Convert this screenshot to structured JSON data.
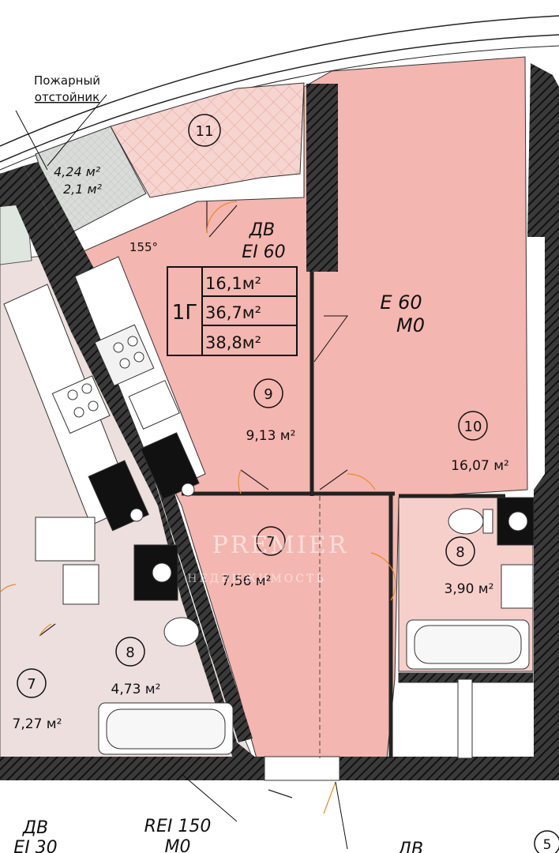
{
  "header_note": {
    "line1": "Пожарный",
    "line2": "отстойник"
  },
  "fire_sump": {
    "area": "4,24 м²",
    "area2": "2,1 м²"
  },
  "door_main": {
    "code": "ДВ",
    "rating": "EI 60",
    "angle": "155°"
  },
  "apartment": {
    "type": "1Г",
    "living": "16,1м²",
    "total": "36,7м²",
    "total_with": "38,8м²"
  },
  "partition": {
    "rating1": "E 60",
    "rating2": "M0"
  },
  "rooms": [
    {
      "num": "9",
      "area": "9,13 м²"
    },
    {
      "num": "10",
      "area": "16,07 м²"
    },
    {
      "num": "7",
      "area": "7,56 м²"
    },
    {
      "num": "8",
      "area": "3,90 м²"
    },
    {
      "num": "8",
      "area": "4,73 м²"
    },
    {
      "num": "7",
      "area": "7,27 м²"
    },
    {
      "num": "11",
      "area": ""
    }
  ],
  "footer": {
    "door_code": "ДВ",
    "door_rating": "EI 30",
    "wall_rating": "REI 150",
    "wall_material": "M0",
    "right_code": "ДВ",
    "axis": "5"
  },
  "watermark": {
    "brand": "PREMIER",
    "sub": "НЕДВИЖИМОСТЬ"
  },
  "colors": {
    "apartment_fill": "#f4b6b0",
    "neighbor_fill": "#ecdfdd",
    "wall_hatch": "#222222",
    "door_arc": "#e8892a"
  }
}
